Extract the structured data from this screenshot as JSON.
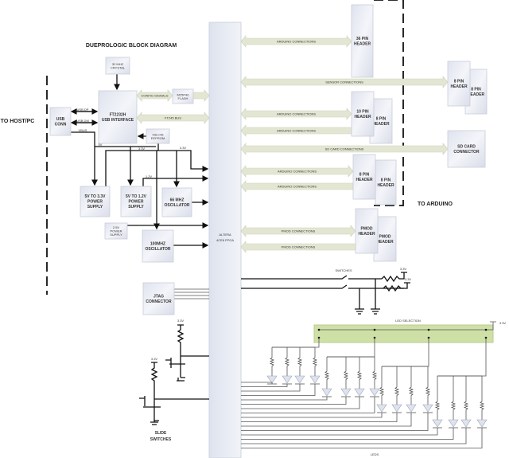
{
  "title": "DUEPROLOGIC BLOCK DIAGRAM",
  "to_host": "TO HOST/PC",
  "to_arduino": "TO ARDUINO",
  "fpga": [
    "ALTERA",
    "4CE6  FPGA"
  ],
  "blocks": {
    "crystal": [
      "32 MHZ",
      "CRYSTAL"
    ],
    "usb_conn": [
      "USB",
      "CONN"
    ],
    "ft2232h": [
      "FT2232H",
      "USB INTERFACE"
    ],
    "flash": [
      "M25P40",
      "FLASH"
    ],
    "eeprom": [
      "93LC46",
      "EEPROM"
    ],
    "ps33": [
      "5V TO 3.3V",
      "POWER",
      "SUPPLY"
    ],
    "ps12": [
      "5V TO 1.2V",
      "POWER",
      "SUPPLY"
    ],
    "osc66": [
      "66 MHZ",
      "OSCILLATOR"
    ],
    "ps25": [
      "2.5V",
      "POWER",
      "SUPPLY"
    ],
    "osc100": [
      "100MHZ",
      "OSCILLATOR"
    ],
    "jtag": [
      "JTAG",
      "CONNECTOR"
    ],
    "h36": [
      "36 PIN",
      "HEADER"
    ],
    "h8a": [
      "8 PIN",
      "HEADER"
    ],
    "h8b": [
      "8 PIN",
      "HEADER"
    ],
    "h10": [
      "10 PIN",
      "HEADER"
    ],
    "h8c": [
      "8 PIN",
      "HEADER"
    ],
    "sd": [
      "SD CARD",
      "CONNECTOR"
    ],
    "h8d": [
      "8 PIN",
      "HEADER"
    ],
    "h8e": [
      "8 PIN",
      "HEADER"
    ],
    "pmod1": [
      "PMOD",
      "HEADER"
    ],
    "pmod2": [
      "PMOD",
      "HEADER"
    ]
  },
  "signals": {
    "usb_dp": "USB DP",
    "usb_dm": "USB DM",
    "vbus": "VBUS",
    "v5": "5V",
    "v33a": "3.3V",
    "v33b": "3.3V",
    "v12": "1.2V",
    "config": "CONFIG SIGNALS",
    "ft245": "FT245 BUS"
  },
  "buses": {
    "arduino1": "ARDUINO CONNECTIONS",
    "sensor": "SENSOR CONNECTIONS",
    "arduino2": "ARDUINO CONNECTIONS",
    "arduino3": "ARDUINO CONNECTIONS",
    "sd": "SD CARD CONNECTIONS",
    "arduino4": "ARDUINO CONNECTIONS",
    "arduino5": "ARDUINO CONNECTIONS",
    "pmod1": "PMOD CONNECTIONS",
    "pmod2": "PMOD CONNECTIONS"
  },
  "io": {
    "switches": "SWITCHES",
    "sw_v1": "3.3V",
    "sw_v2": "3.3V",
    "led_selection": "LED SELECTION",
    "led_v": "3.3V",
    "slide_v1": "3.3V",
    "slide_v2": "3.3V",
    "slide_switches": [
      "SLIDE",
      "SWITCHES"
    ],
    "leds": "LEDS"
  },
  "colors": {
    "band": "#e3e6d2",
    "led_bar": "#cfe0a6",
    "box": "#e4e8f2"
  }
}
